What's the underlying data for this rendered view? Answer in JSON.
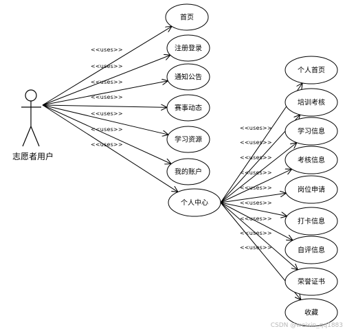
{
  "actor": {
    "name": "志愿者用户"
  },
  "relationship_label": "<<uses>>",
  "use_cases": [
    {
      "id": "home",
      "label": "首页"
    },
    {
      "id": "register",
      "label": "注册登录"
    },
    {
      "id": "notice",
      "label": "通知公告"
    },
    {
      "id": "news",
      "label": "赛事动态"
    },
    {
      "id": "learn",
      "label": "学习资源"
    },
    {
      "id": "account",
      "label": "我的账户"
    },
    {
      "id": "center",
      "label": "个人中心"
    }
  ],
  "sub_use_cases": [
    {
      "id": "profile",
      "label": "个人首页"
    },
    {
      "id": "training",
      "label": "培训考核"
    },
    {
      "id": "study",
      "label": "学习信息"
    },
    {
      "id": "exam",
      "label": "考核信息"
    },
    {
      "id": "post",
      "label": "岗位申请"
    },
    {
      "id": "checkin",
      "label": "打卡信息"
    },
    {
      "id": "review",
      "label": "自评信息"
    },
    {
      "id": "cert",
      "label": "荣誉证书"
    },
    {
      "id": "fav",
      "label": "收藏"
    }
  ],
  "watermark": "CSDN @weixin_qq1883"
}
